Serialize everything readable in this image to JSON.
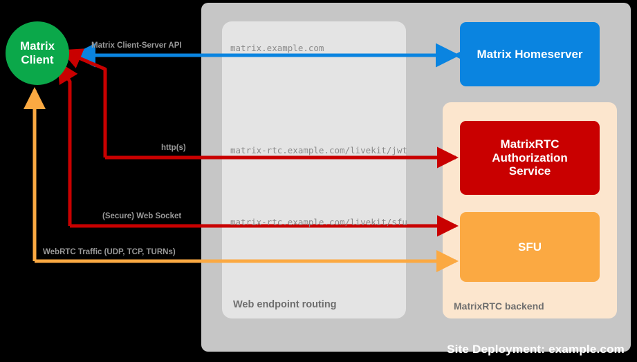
{
  "diagram": {
    "title_label": "Site Deployment: example.com",
    "client": {
      "line1": "Matrix",
      "line2": "Client"
    },
    "routing": {
      "label": "Web endpoint routing"
    },
    "backend": {
      "label": "MatrixRTC backend"
    },
    "nodes": {
      "homeserver": "Matrix Homeserver",
      "auth_l1": "MatrixRTC",
      "auth_l2": "Authorization",
      "auth_l3": "Service",
      "sfu": "SFU"
    },
    "endpoints": {
      "matrix": "matrix.example.com",
      "jwt": "matrix-rtc.example.com/livekit/jwt",
      "sfu": "matrix-rtc.example.com/livekit/sfu"
    },
    "edge_labels": {
      "csapi": "Matrix Client-Server API",
      "https": "http(s)",
      "websocket": "(Secure) Web Socket",
      "webrtc": "WebRTC Traffic (UDP, TCP, TURNs)"
    },
    "colors": {
      "green": "#0BA84A",
      "blue": "#0A84E0",
      "red": "#C90000",
      "orange": "#FBA942",
      "site_bg": "#C6C6C6",
      "routing_bg": "#E4E4E4",
      "backend_bg": "#FCE6CE",
      "label_gray": "#999999",
      "mono_gray": "#8A8A8A"
    }
  }
}
